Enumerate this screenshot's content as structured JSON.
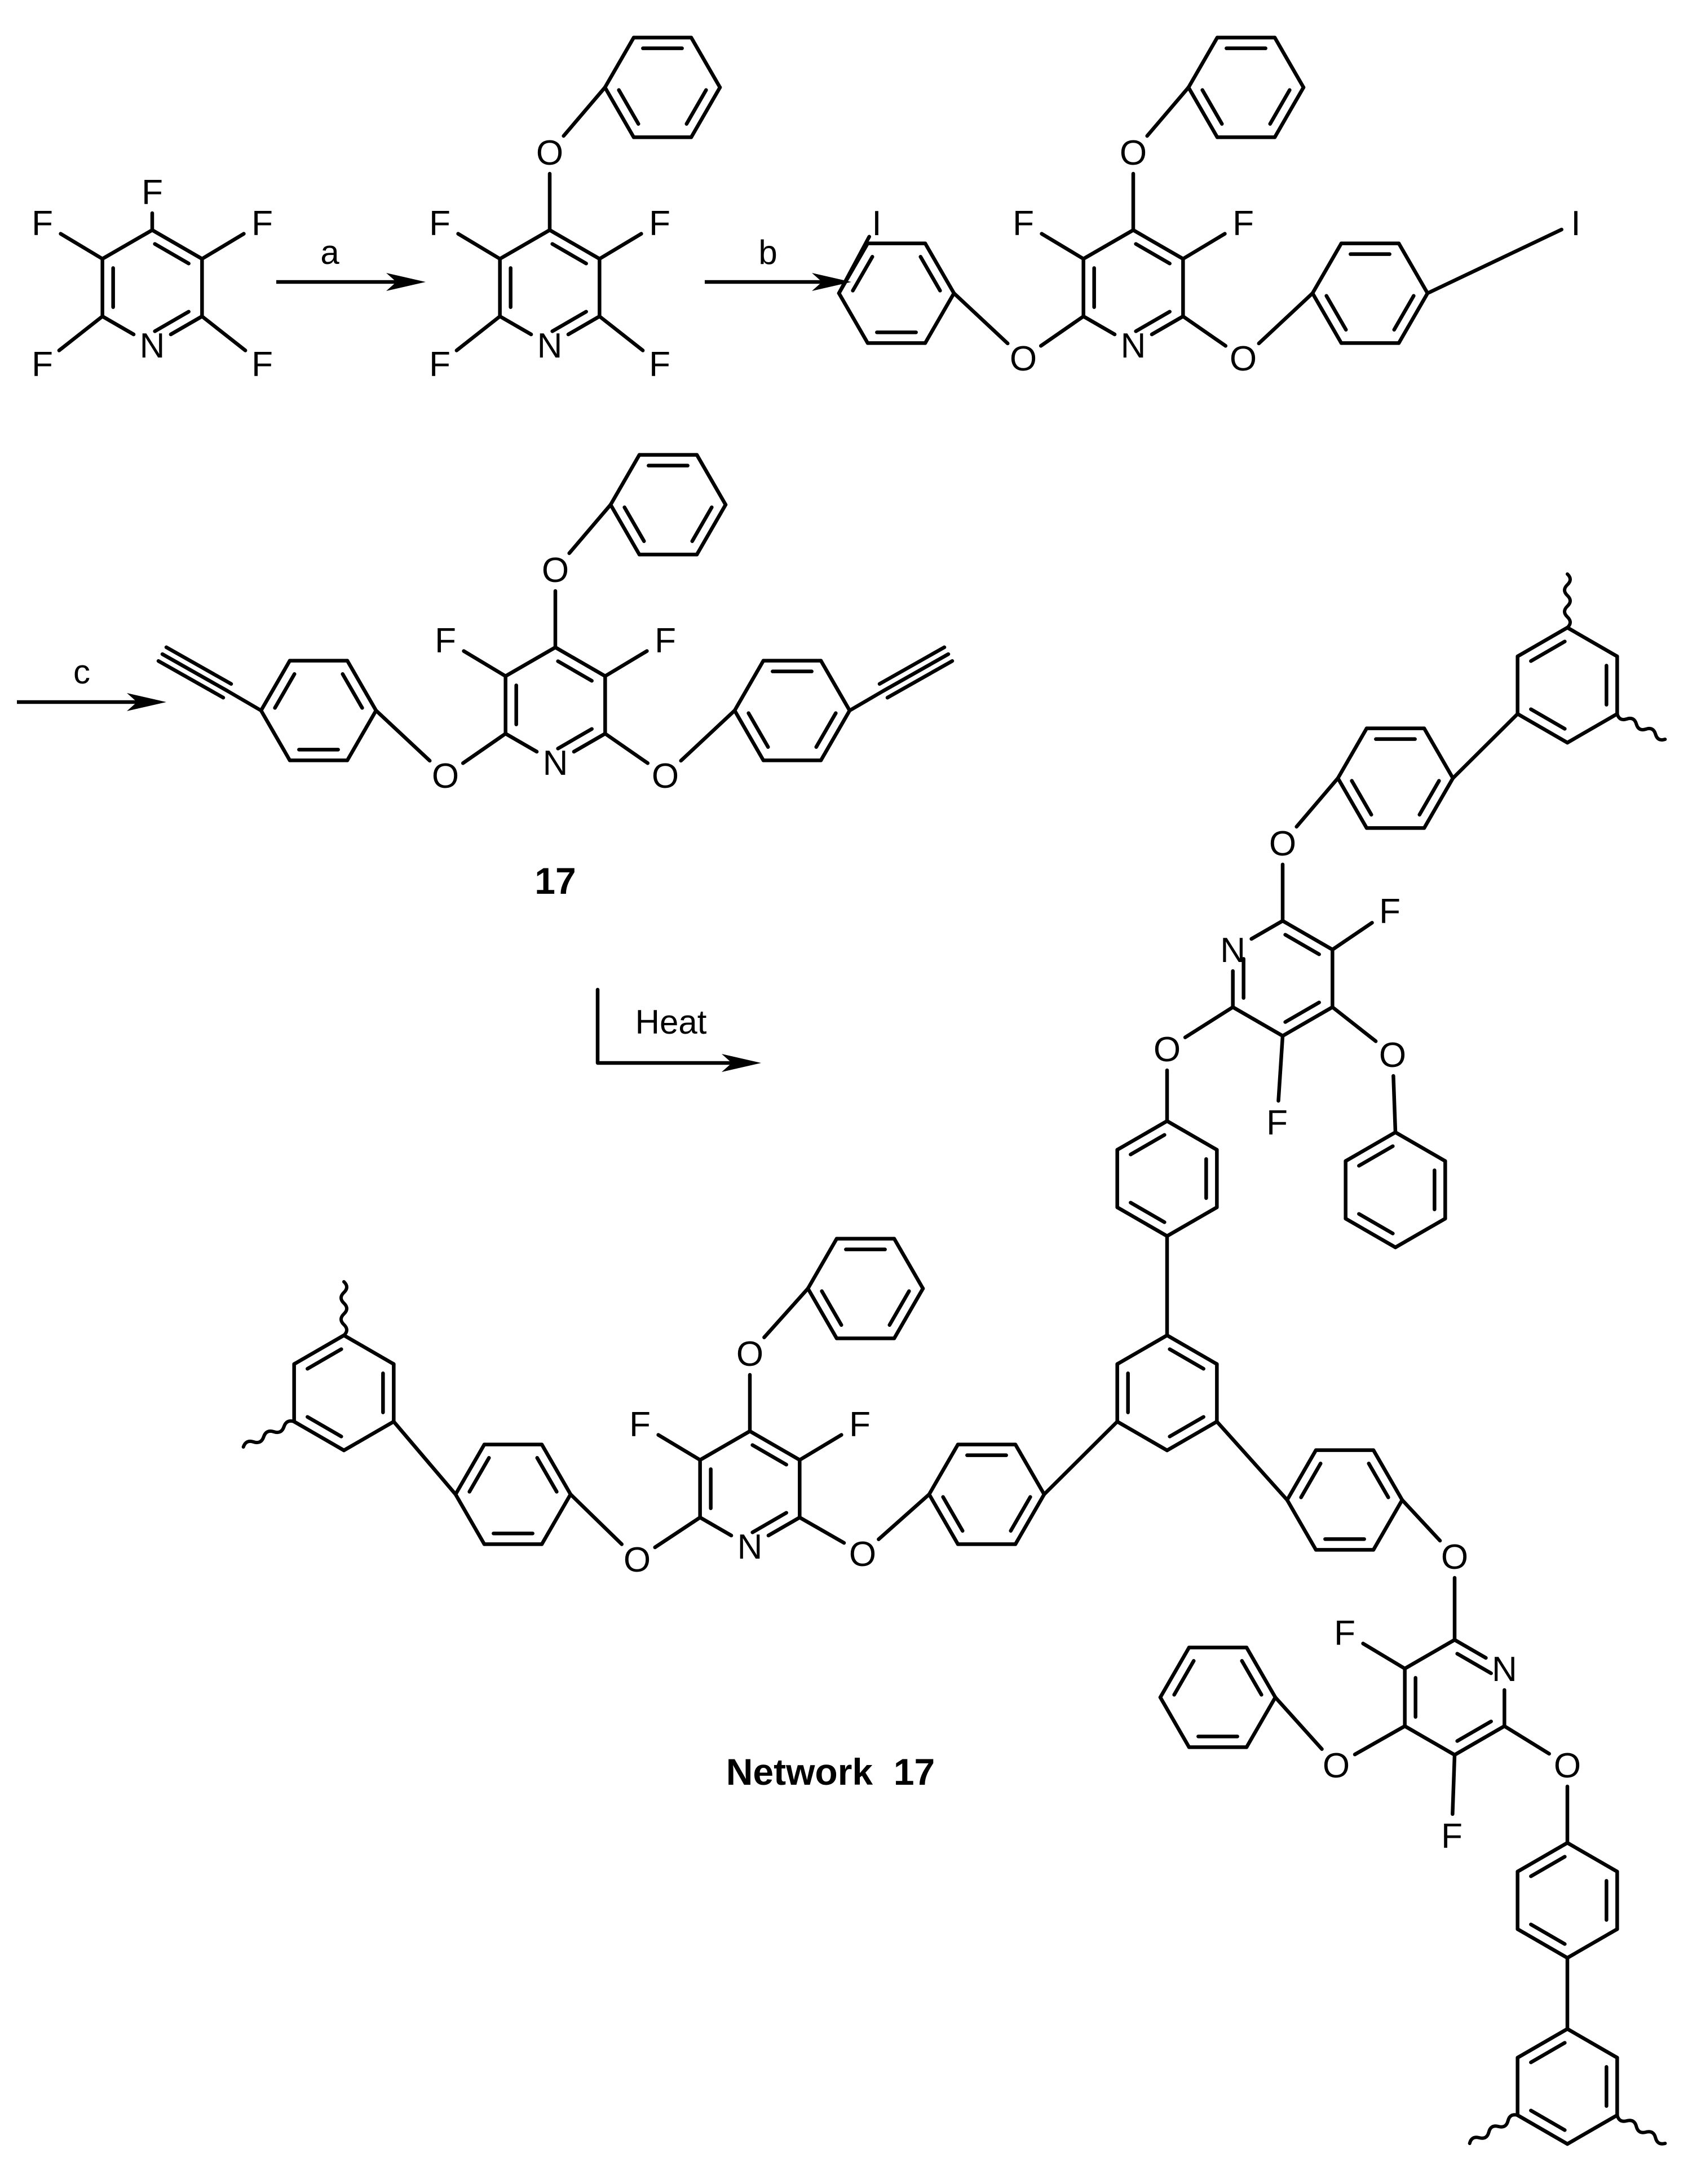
{
  "scheme": {
    "steps": [
      {
        "id": "a",
        "label": "a"
      },
      {
        "id": "b",
        "label": "b"
      },
      {
        "id": "c",
        "label": "c"
      },
      {
        "id": "heat",
        "label": "Heat"
      }
    ],
    "compound_labels": {
      "monomer": "17",
      "network": "Network  17"
    },
    "atoms": {
      "fluorine": "F",
      "nitrogen": "N",
      "oxygen": "O",
      "iodine": "I"
    },
    "structures": [
      "pentafluoropyridine",
      "4-phenoxy-tetrafluoropyridine",
      "bis(4-iodophenoxy) intermediate",
      "monomer 17 (bis(4-ethynylphenoxy))",
      "Network 17 (thermally cured polymer)"
    ]
  }
}
